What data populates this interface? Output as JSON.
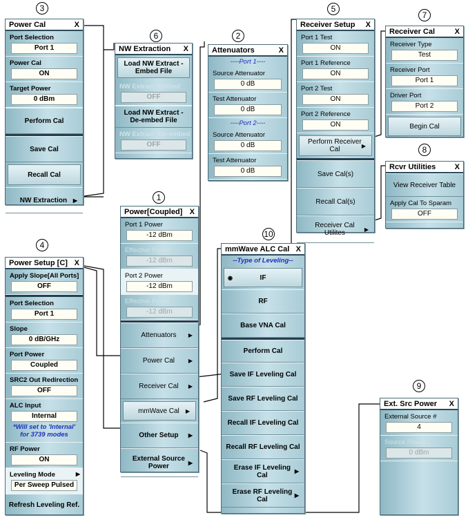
{
  "callouts": [
    "1",
    "2",
    "3",
    "4",
    "5",
    "6",
    "7",
    "8",
    "9",
    "10"
  ],
  "close": "X",
  "power_cal": {
    "title": "Power Cal",
    "port_sel_label": "Port Selection",
    "port_sel": "Port 1",
    "power_cal_label": "Power Cal",
    "power_cal_val": "ON",
    "target_label": "Target Power",
    "target_val": "0 dBm",
    "perform": "Perform  Cal",
    "save": "Save Cal",
    "recall": "Recall Cal",
    "nw": "NW Extraction"
  },
  "nw_ext": {
    "title": "NW Extraction",
    "load_embed": "Load NW Extract - Embed File",
    "embed_label": "NW Extract -Embed",
    "embed_val": "OFF",
    "load_deembed": "Load NW Extract - De-embed File",
    "deembed_label": "NW Extract -De-embed",
    "deembed_val": "OFF"
  },
  "attenuators": {
    "title": "Attenuators",
    "port1": "----Port 1----",
    "src1_label": "Source Attenuator",
    "src1": "0 dB",
    "test1_label": "Test Attenuator",
    "test1": "0 dB",
    "port2": "----Port 2----",
    "src2_label": "Source Attenuator",
    "src2": "0 dB",
    "test2_label": "Test Attenuator",
    "test2": "0 dB"
  },
  "receiver_setup": {
    "title": "Receiver Setup",
    "p1t_label": "Port 1 Test",
    "p1t": "ON",
    "p1r_label": "Port 1 Reference",
    "p1r": "ON",
    "p2t_label": "Port 2 Test",
    "p2t": "ON",
    "p2r_label": "Port 2 Reference",
    "p2r": "ON",
    "perform": "Perform Receiver Cal",
    "save": "Save Cal(s)",
    "recall": "Recall Cal(s)",
    "utils": "Receiver Cal Utilites"
  },
  "receiver_cal": {
    "title": "Receiver Cal",
    "type_label": "Receiver Type",
    "type": "Test",
    "port_label": "Receiver Port",
    "port": "Port 1",
    "driver_label": "Driver Port",
    "driver": "Port 2",
    "begin": "Begin Cal"
  },
  "rcvr_util": {
    "title": "Rcvr Utilities",
    "view": "View Receiver Table",
    "apply_label": "Apply Cal To Sparam",
    "apply": "OFF"
  },
  "power_coupled": {
    "title": "Power[Coupled]",
    "p1_label": "Port 1 Power",
    "p1": "-12 dBm",
    "eff1_label": "Effective Power",
    "eff1": "-12 dBm",
    "p2_label": "Port 2 Power",
    "p2": "-12 dBm",
    "eff2_label": "Effective Power",
    "eff2": "-12 dBm",
    "attenuators": "Attenuators",
    "power_cal": "Power Cal",
    "receiver_cal": "Receiver Cal",
    "mmwave": "mmWave Cal",
    "other": "Other  Setup",
    "ext_src": "External Source Power"
  },
  "power_setup": {
    "title": "Power Setup [C]",
    "slope_all_label": "Apply Slope[All Ports]",
    "slope_all": "OFF",
    "port_sel_label": "Port Selection",
    "port_sel": "Port 1",
    "slope_label": "Slope",
    "slope": "0  dB/GHz",
    "port_power_label": "Port Power",
    "port_power": "Coupled",
    "src2_label": "SRC2 Out Redirection",
    "src2": "OFF",
    "alc_label": "ALC Input",
    "alc": "Internal",
    "note": "*Will set to 'Internal' for 3739 modes",
    "rf_label": "RF Power",
    "rf": "ON",
    "leveling_label": "Leveling Mode",
    "leveling": "Per Sweep Pulsed",
    "refresh": "Refresh Leveling Ref."
  },
  "mmwave_alc": {
    "title": "mmWave ALC Cal",
    "type_header": "--Type of Leveling--",
    "if": "IF",
    "rf": "RF",
    "base": "Base VNA Cal",
    "perform": "Perform Cal",
    "save_if": "Save IF Leveling Cal",
    "save_rf": "Save RF Leveling Cal",
    "recall_if": "Recall IF Leveling Cal",
    "recall_rf": "Recall RF Leveling Cal",
    "erase_if": "Erase IF Leveling Cal",
    "erase_rf": "Erase RF Leveling Cal"
  },
  "ext_src": {
    "title": "Ext. Src Power",
    "num_label": "External Source #",
    "num": "4",
    "pow_label": "Source Power",
    "pow": "0  dBm"
  },
  "colors": {
    "panel": "#b4d4de",
    "title_underline": "#2c4a5a",
    "value_bg": "#fffef4",
    "note": "#1f2fbf"
  }
}
